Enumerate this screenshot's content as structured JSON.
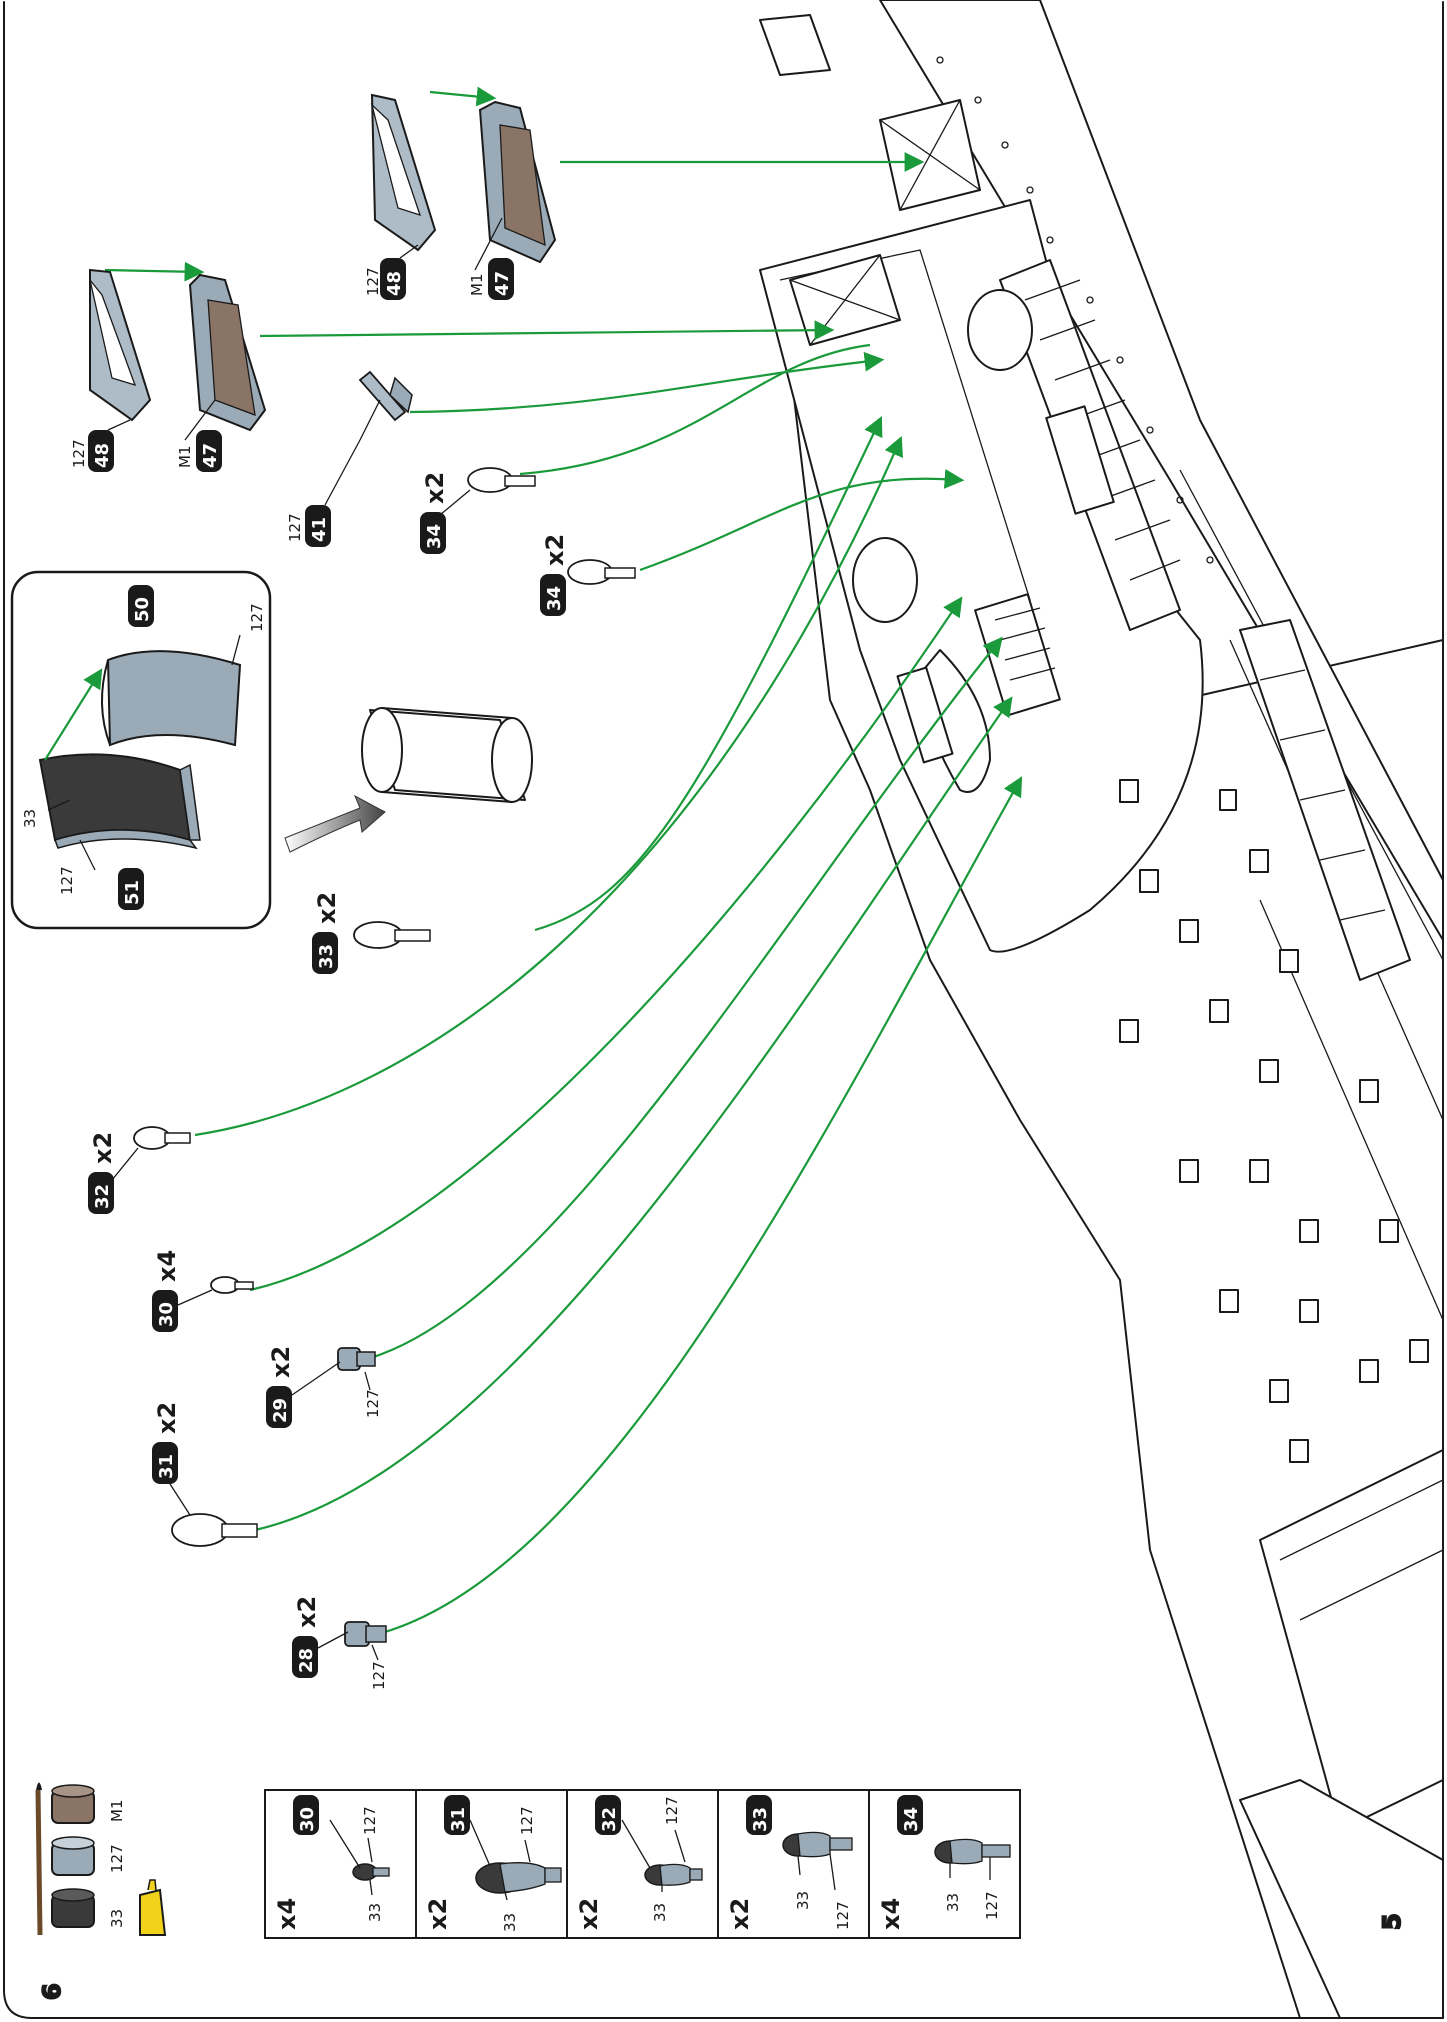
{
  "step_number": "6",
  "next_step_number": "5",
  "colors": {
    "connector": "#1a9a3a",
    "paint_33": "#3a3a3a",
    "paint_127": "#9aaab7",
    "paint_M1": "#8a7466",
    "glue": "#f2d21a"
  },
  "paints": [
    {
      "code": "33",
      "color": "#3a3a3a"
    },
    {
      "code": "127",
      "color": "#9aaab7"
    },
    {
      "code": "M1",
      "color": "#8a7466"
    }
  ],
  "paint_tools": [
    "brush-icon",
    "glue-tube-icon"
  ],
  "color_guide": [
    {
      "part": "30",
      "qty": "x4",
      "colors": [
        "33",
        "127"
      ]
    },
    {
      "part": "31",
      "qty": "x2",
      "colors": [
        "33",
        "127"
      ]
    },
    {
      "part": "32",
      "qty": "x2",
      "colors": [
        "33",
        "127"
      ]
    },
    {
      "part": "33",
      "qty": "x2",
      "colors": [
        "33",
        "127"
      ]
    },
    {
      "part": "34",
      "qty": "x4",
      "colors": [
        "33",
        "127"
      ]
    }
  ],
  "inset": {
    "parts": [
      {
        "part": "50",
        "color": "127"
      },
      {
        "part": "51",
        "color": "127",
        "inner_color": "33"
      }
    ]
  },
  "callouts": [
    {
      "part": "48",
      "color": "127"
    },
    {
      "part": "47",
      "color": "M1"
    },
    {
      "part": "48",
      "color": "127"
    },
    {
      "part": "47",
      "color": "M1"
    },
    {
      "part": "41",
      "color": "127"
    },
    {
      "part": "34",
      "qty": "x2"
    },
    {
      "part": "34",
      "qty": "x2"
    },
    {
      "part": "33",
      "qty": "x2"
    },
    {
      "part": "32",
      "qty": "x2"
    },
    {
      "part": "30",
      "qty": "x4"
    },
    {
      "part": "29",
      "qty": "x2",
      "color": "127"
    },
    {
      "part": "31",
      "qty": "x2"
    },
    {
      "part": "28",
      "qty": "x2",
      "color": "127"
    }
  ]
}
